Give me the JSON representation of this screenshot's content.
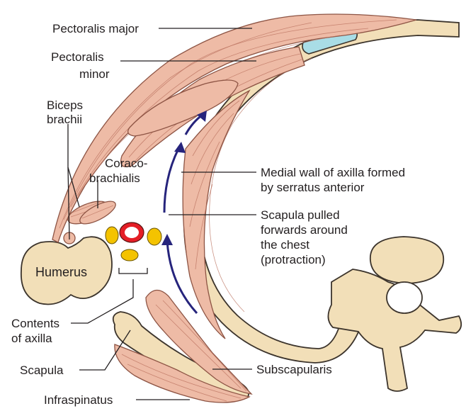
{
  "labels": {
    "pectoralis_major": "Pectoralis major",
    "pectoralis_minor_1": "Pectoralis",
    "pectoralis_minor_2": "minor",
    "biceps_1": "Biceps",
    "biceps_2": "brachii",
    "coraco_1": "Coraco-",
    "coraco_2": "brachialis",
    "humerus": "Humerus",
    "medial_wall_1": "Medial wall of axilla formed",
    "medial_wall_2": "by serratus anterior",
    "scapula_pulled_1": "Scapula pulled",
    "scapula_pulled_2": "forwards around",
    "scapula_pulled_3": "the chest",
    "scapula_pulled_4": "(protraction)",
    "contents_1": "Contents",
    "contents_2": "of axilla",
    "scapula": "Scapula",
    "subscapularis": "Subscapularis",
    "infraspinatus": "Infraspinatus"
  },
  "colors": {
    "muscle": "#eebba6",
    "bone": "#f2dfb8",
    "cartilage": "#a9dde6",
    "nerve": "#f4c300",
    "artery": "#e41e26",
    "arrow": "#26247c"
  }
}
